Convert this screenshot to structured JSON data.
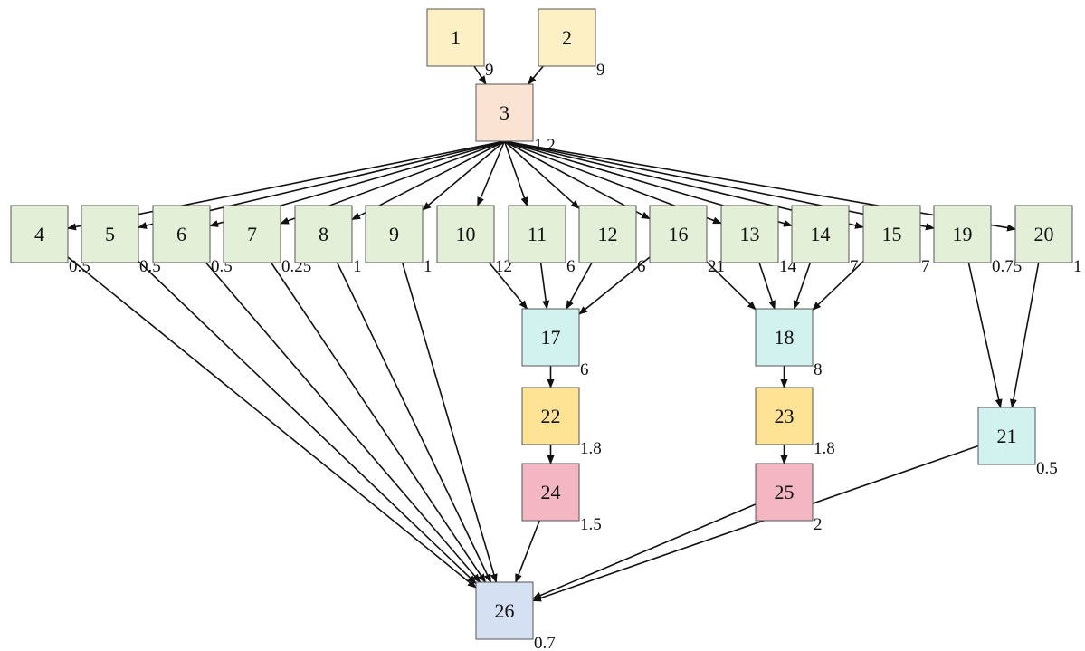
{
  "colors": {
    "source": "#fdf0c4",
    "merge": "#fbe3d3",
    "task": "#e3f0d7",
    "join": "#d2f2ef",
    "stage": "#fde393",
    "final_stage": "#f4b6c2",
    "sink": "#d6e0f3"
  },
  "nodes": [
    {
      "id": "1",
      "weight": "9",
      "kind": "source"
    },
    {
      "id": "2",
      "weight": "9",
      "kind": "source"
    },
    {
      "id": "3",
      "weight": "1.2",
      "kind": "merge"
    },
    {
      "id": "4",
      "weight": "0.5",
      "kind": "task"
    },
    {
      "id": "5",
      "weight": "0.5",
      "kind": "task"
    },
    {
      "id": "6",
      "weight": "0.5",
      "kind": "task"
    },
    {
      "id": "7",
      "weight": "0.25",
      "kind": "task"
    },
    {
      "id": "8",
      "weight": "1",
      "kind": "task"
    },
    {
      "id": "9",
      "weight": "1",
      "kind": "task"
    },
    {
      "id": "10",
      "weight": "12",
      "kind": "task"
    },
    {
      "id": "11",
      "weight": "6",
      "kind": "task"
    },
    {
      "id": "12",
      "weight": "6",
      "kind": "task"
    },
    {
      "id": "16",
      "weight": "21",
      "kind": "task"
    },
    {
      "id": "13",
      "weight": "14",
      "kind": "task"
    },
    {
      "id": "14",
      "weight": "7",
      "kind": "task"
    },
    {
      "id": "15",
      "weight": "7",
      "kind": "task"
    },
    {
      "id": "19",
      "weight": "0.75",
      "kind": "task"
    },
    {
      "id": "20",
      "weight": "1",
      "kind": "task"
    },
    {
      "id": "17",
      "weight": "6",
      "kind": "join"
    },
    {
      "id": "18",
      "weight": "8",
      "kind": "join"
    },
    {
      "id": "21",
      "weight": "0.5",
      "kind": "join"
    },
    {
      "id": "22",
      "weight": "1.8",
      "kind": "stage"
    },
    {
      "id": "23",
      "weight": "1.8",
      "kind": "stage"
    },
    {
      "id": "24",
      "weight": "1.5",
      "kind": "final_stage"
    },
    {
      "id": "25",
      "weight": "2",
      "kind": "final_stage"
    },
    {
      "id": "26",
      "weight": "0.7",
      "kind": "sink"
    }
  ],
  "edges": [
    [
      "1",
      "3"
    ],
    [
      "2",
      "3"
    ],
    [
      "3",
      "4"
    ],
    [
      "3",
      "5"
    ],
    [
      "3",
      "6"
    ],
    [
      "3",
      "7"
    ],
    [
      "3",
      "8"
    ],
    [
      "3",
      "9"
    ],
    [
      "3",
      "10"
    ],
    [
      "3",
      "11"
    ],
    [
      "3",
      "12"
    ],
    [
      "3",
      "16"
    ],
    [
      "3",
      "13"
    ],
    [
      "3",
      "14"
    ],
    [
      "3",
      "15"
    ],
    [
      "3",
      "19"
    ],
    [
      "3",
      "20"
    ],
    [
      "10",
      "17"
    ],
    [
      "11",
      "17"
    ],
    [
      "12",
      "17"
    ],
    [
      "16",
      "17"
    ],
    [
      "16",
      "18"
    ],
    [
      "13",
      "18"
    ],
    [
      "14",
      "18"
    ],
    [
      "15",
      "18"
    ],
    [
      "19",
      "21"
    ],
    [
      "20",
      "21"
    ],
    [
      "17",
      "22"
    ],
    [
      "22",
      "24"
    ],
    [
      "18",
      "23"
    ],
    [
      "23",
      "25"
    ],
    [
      "4",
      "26"
    ],
    [
      "5",
      "26"
    ],
    [
      "6",
      "26"
    ],
    [
      "7",
      "26"
    ],
    [
      "8",
      "26"
    ],
    [
      "9",
      "26"
    ],
    [
      "24",
      "26"
    ],
    [
      "25",
      "26"
    ],
    [
      "21",
      "26"
    ]
  ]
}
